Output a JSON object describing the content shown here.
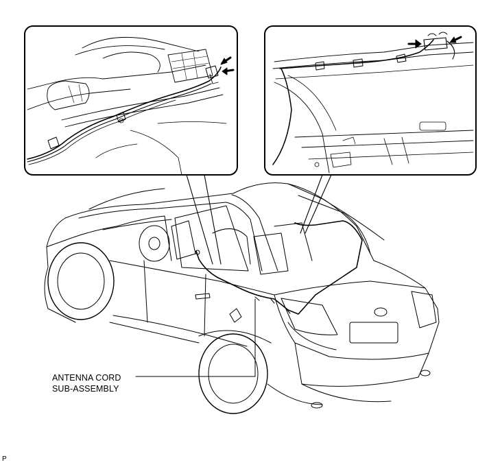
{
  "callout": {
    "line1": "ANTENNA CORD",
    "line2": "SUB-ASSEMBLY"
  },
  "page_marker": "P",
  "colors": {
    "ink": "#000000",
    "background": "#ffffff"
  }
}
